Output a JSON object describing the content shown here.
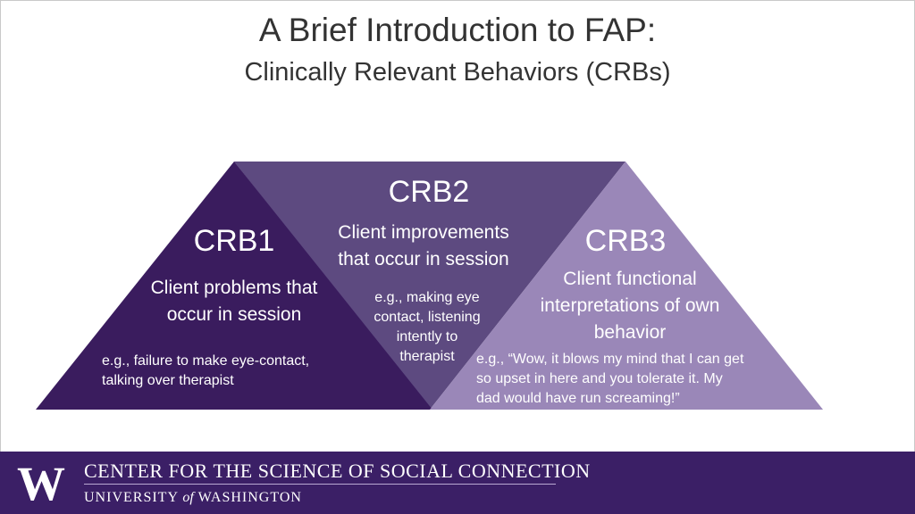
{
  "header": {
    "title": "A Brief Introduction to FAP:",
    "subtitle": "Clinically Relevant Behaviors (CRBs)"
  },
  "crbs": [
    {
      "label": "CRB1",
      "description_lines": [
        "Client problems that",
        "occur in session"
      ],
      "example_lines": [
        "e.g., failure to make eye-contact,",
        "talking over therapist"
      ],
      "color": "#3a1c5e"
    },
    {
      "label": "CRB2",
      "description_lines": [
        "Client improvements",
        "that occur in session"
      ],
      "example_lines": [
        "e.g., making eye",
        "contact, listening",
        "intently to",
        "therapist"
      ],
      "color": "#5d4a80"
    },
    {
      "label": "CRB3",
      "description_lines": [
        "Client functional",
        "interpretations of own",
        "behavior"
      ],
      "example_lines": [
        "e.g., “Wow, it blows my mind that I can get",
        "so upset in here and you tolerate it. My",
        "dad would have run screaming!”"
      ],
      "color": "#9a87b8"
    }
  ],
  "footer": {
    "org_name": "CENTER FOR THE SCIENCE OF SOCIAL CONNECTION",
    "university_prefix": "UNIVERSITY",
    "university_of": "of",
    "university_suffix": "WASHINGTON",
    "logo_letter": "W",
    "background_color": "#3b1f66"
  }
}
